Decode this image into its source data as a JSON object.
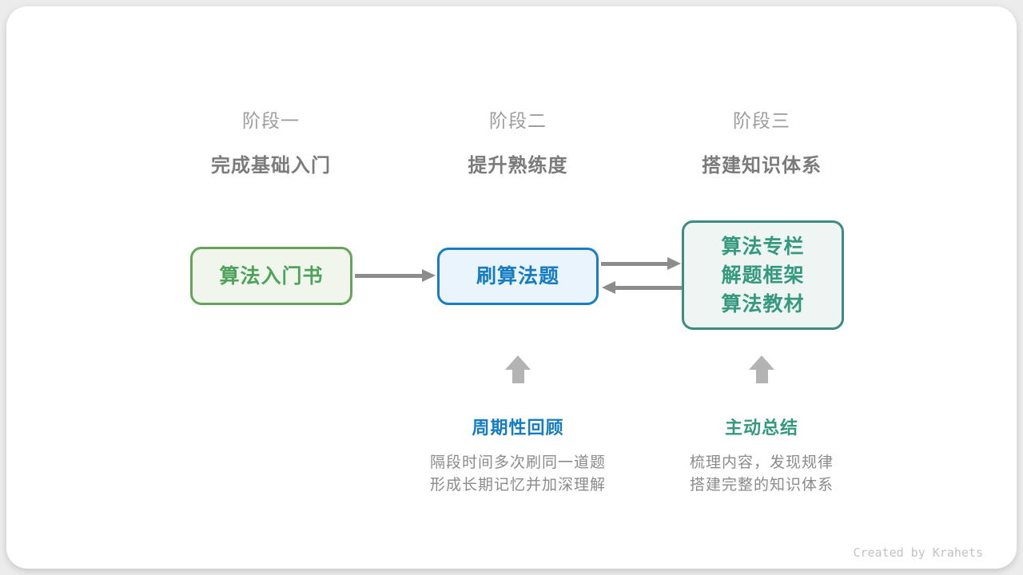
{
  "stages": [
    {
      "label": "阶段一",
      "title": "完成基础入门"
    },
    {
      "label": "阶段二",
      "title": "提升熟练度"
    },
    {
      "label": "阶段三",
      "title": "搭建知识体系"
    }
  ],
  "nodes": {
    "intro_book": {
      "lines": [
        "算法入门书"
      ]
    },
    "practice": {
      "lines": [
        "刷算法题"
      ]
    },
    "knowledge": {
      "lines": [
        "算法专栏",
        "解题框架",
        "算法教材"
      ]
    }
  },
  "annotations": {
    "review": {
      "title": "周期性回顾",
      "desc_line1": "隔段时间多次刷同一道题",
      "desc_line2": "形成长期记忆并加深理解"
    },
    "summarize": {
      "title": "主动总结",
      "desc_line1": "梳理内容，发现规律",
      "desc_line2": "搭建完整的知识体系"
    }
  },
  "credit": "Created by Krahets",
  "colors": {
    "page_bg": "#ececec",
    "card_bg": "#ffffff",
    "green_border": "#67a35a",
    "green_fill": "#f0f6ec",
    "green_text": "#4fa25c",
    "blue_border": "#1a7dc4",
    "blue_fill": "#eaf4fc",
    "blue_text": "#147cc3",
    "teal_border": "#3d8c80",
    "teal_fill": "#eef5f2",
    "teal_text": "#35997f",
    "arrow_gray": "#8c8c8c",
    "block_arrow_gray": "#b3b3b3",
    "stage_label_gray": "#9d9d9d",
    "stage_title_gray": "#7b7b7b",
    "desc_gray": "#8b8b8b",
    "credit_gray": "#c3c3c3"
  }
}
